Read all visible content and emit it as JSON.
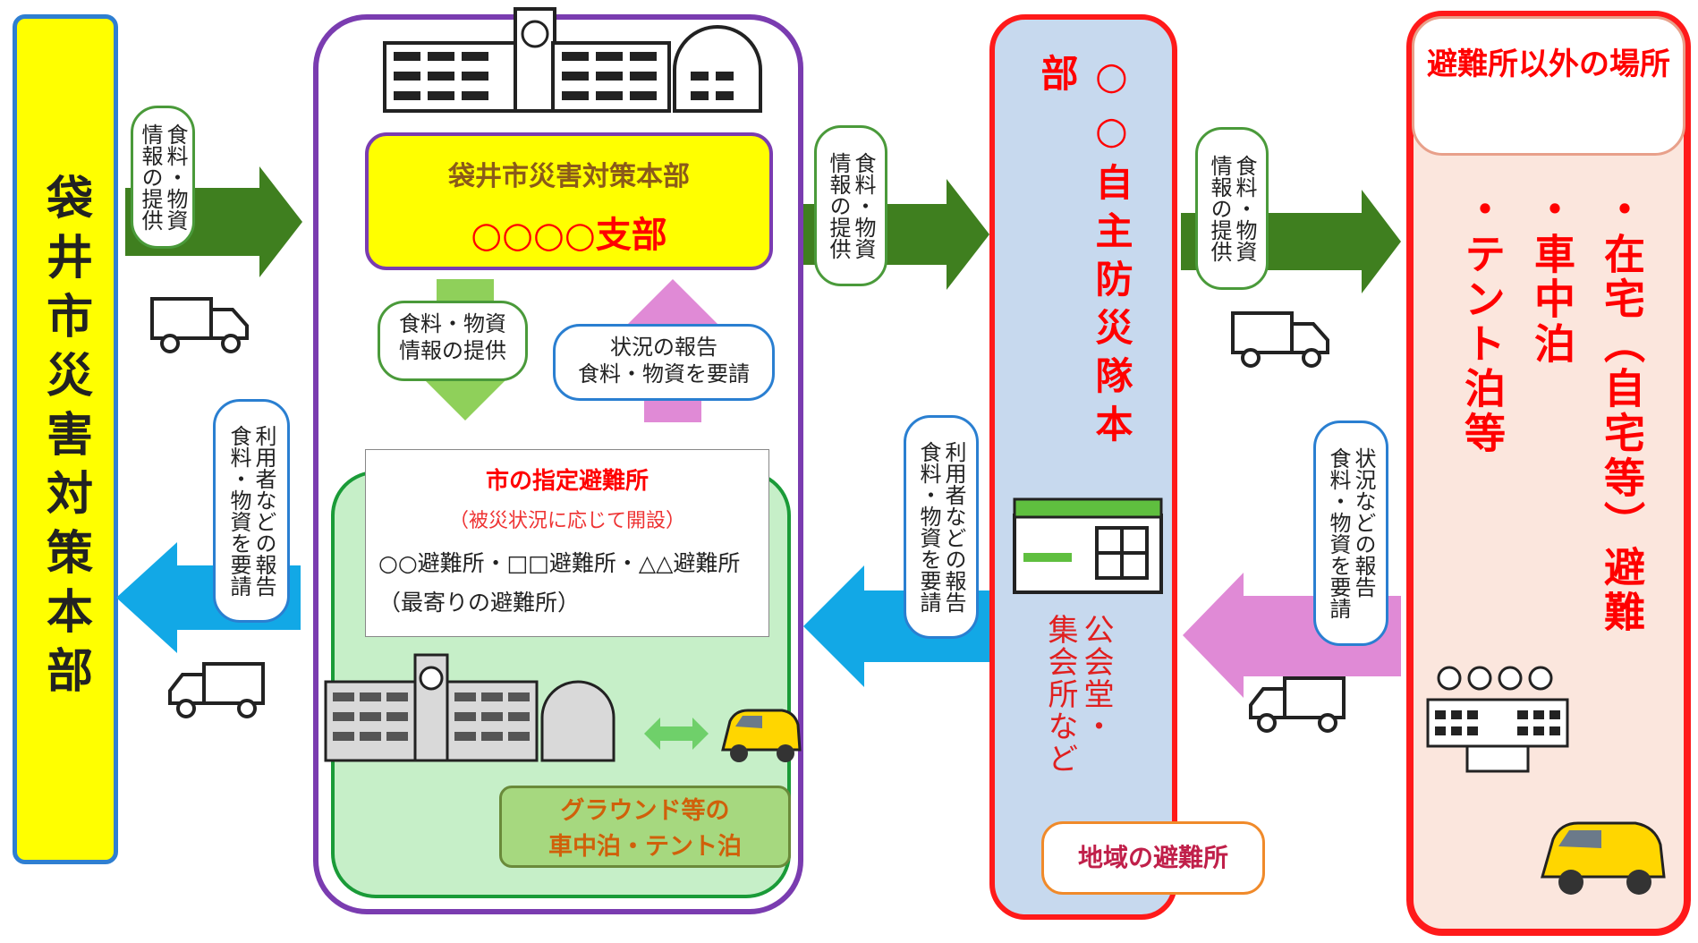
{
  "hq": {
    "label": "袋井市災害対策本部"
  },
  "branch": {
    "headquarters_title": "袋井市災害対策本部",
    "branch_name": "○○○○支部",
    "down_note": "食料・物資\n情報の提供",
    "up_note": "状況の報告\n食料・物資を要請",
    "shelter_title_prefix": "市の指定",
    "shelter_title_emph": "避難所",
    "shelter_subtitle": "（被災状況に応じて開設）",
    "shelter_list": "○○避難所・□□避難所・△△避難所（最寄りの避難所）",
    "ground_label_1": "グラウンド等の",
    "ground_label_2": "車中泊・テント泊"
  },
  "arrows": {
    "hq_to_branch_note": "食料・物資\n情報の提供",
    "branch_to_hq_note": "利用者などの報告\n食料・物資を要請",
    "branch_to_org_note": "食料・物資\n情報の提供",
    "org_to_branch_note": "利用者などの報告\n食料・物資を要請",
    "org_to_other_note": "食料・物資\n情報の提供",
    "other_to_org_note": "状況などの報告\n食料・物資を要請"
  },
  "org": {
    "title": "○○自主防災隊本部",
    "sub_line1": "公会堂・",
    "sub_line2": "集会所など",
    "local_label": "地域の避難所"
  },
  "other": {
    "head": "避難所以外の場所",
    "col1": "・在宅（自宅等）避難",
    "col2": "・車中泊",
    "col3": "・テント泊等"
  },
  "colors": {
    "hq_fill": "#ffff00",
    "branch_border": "#7a3cb0",
    "shelter_fill": "#c6efc8",
    "org_fill": "#c7d9ee",
    "other_fill": "#fbe6dd",
    "accent_red": "#ff0000",
    "arrow_darkgreen": "#3f7f1f",
    "arrow_lightgreen": "#8fd05a",
    "arrow_blue": "#12a8e6",
    "arrow_pink": "#e08ad6"
  }
}
